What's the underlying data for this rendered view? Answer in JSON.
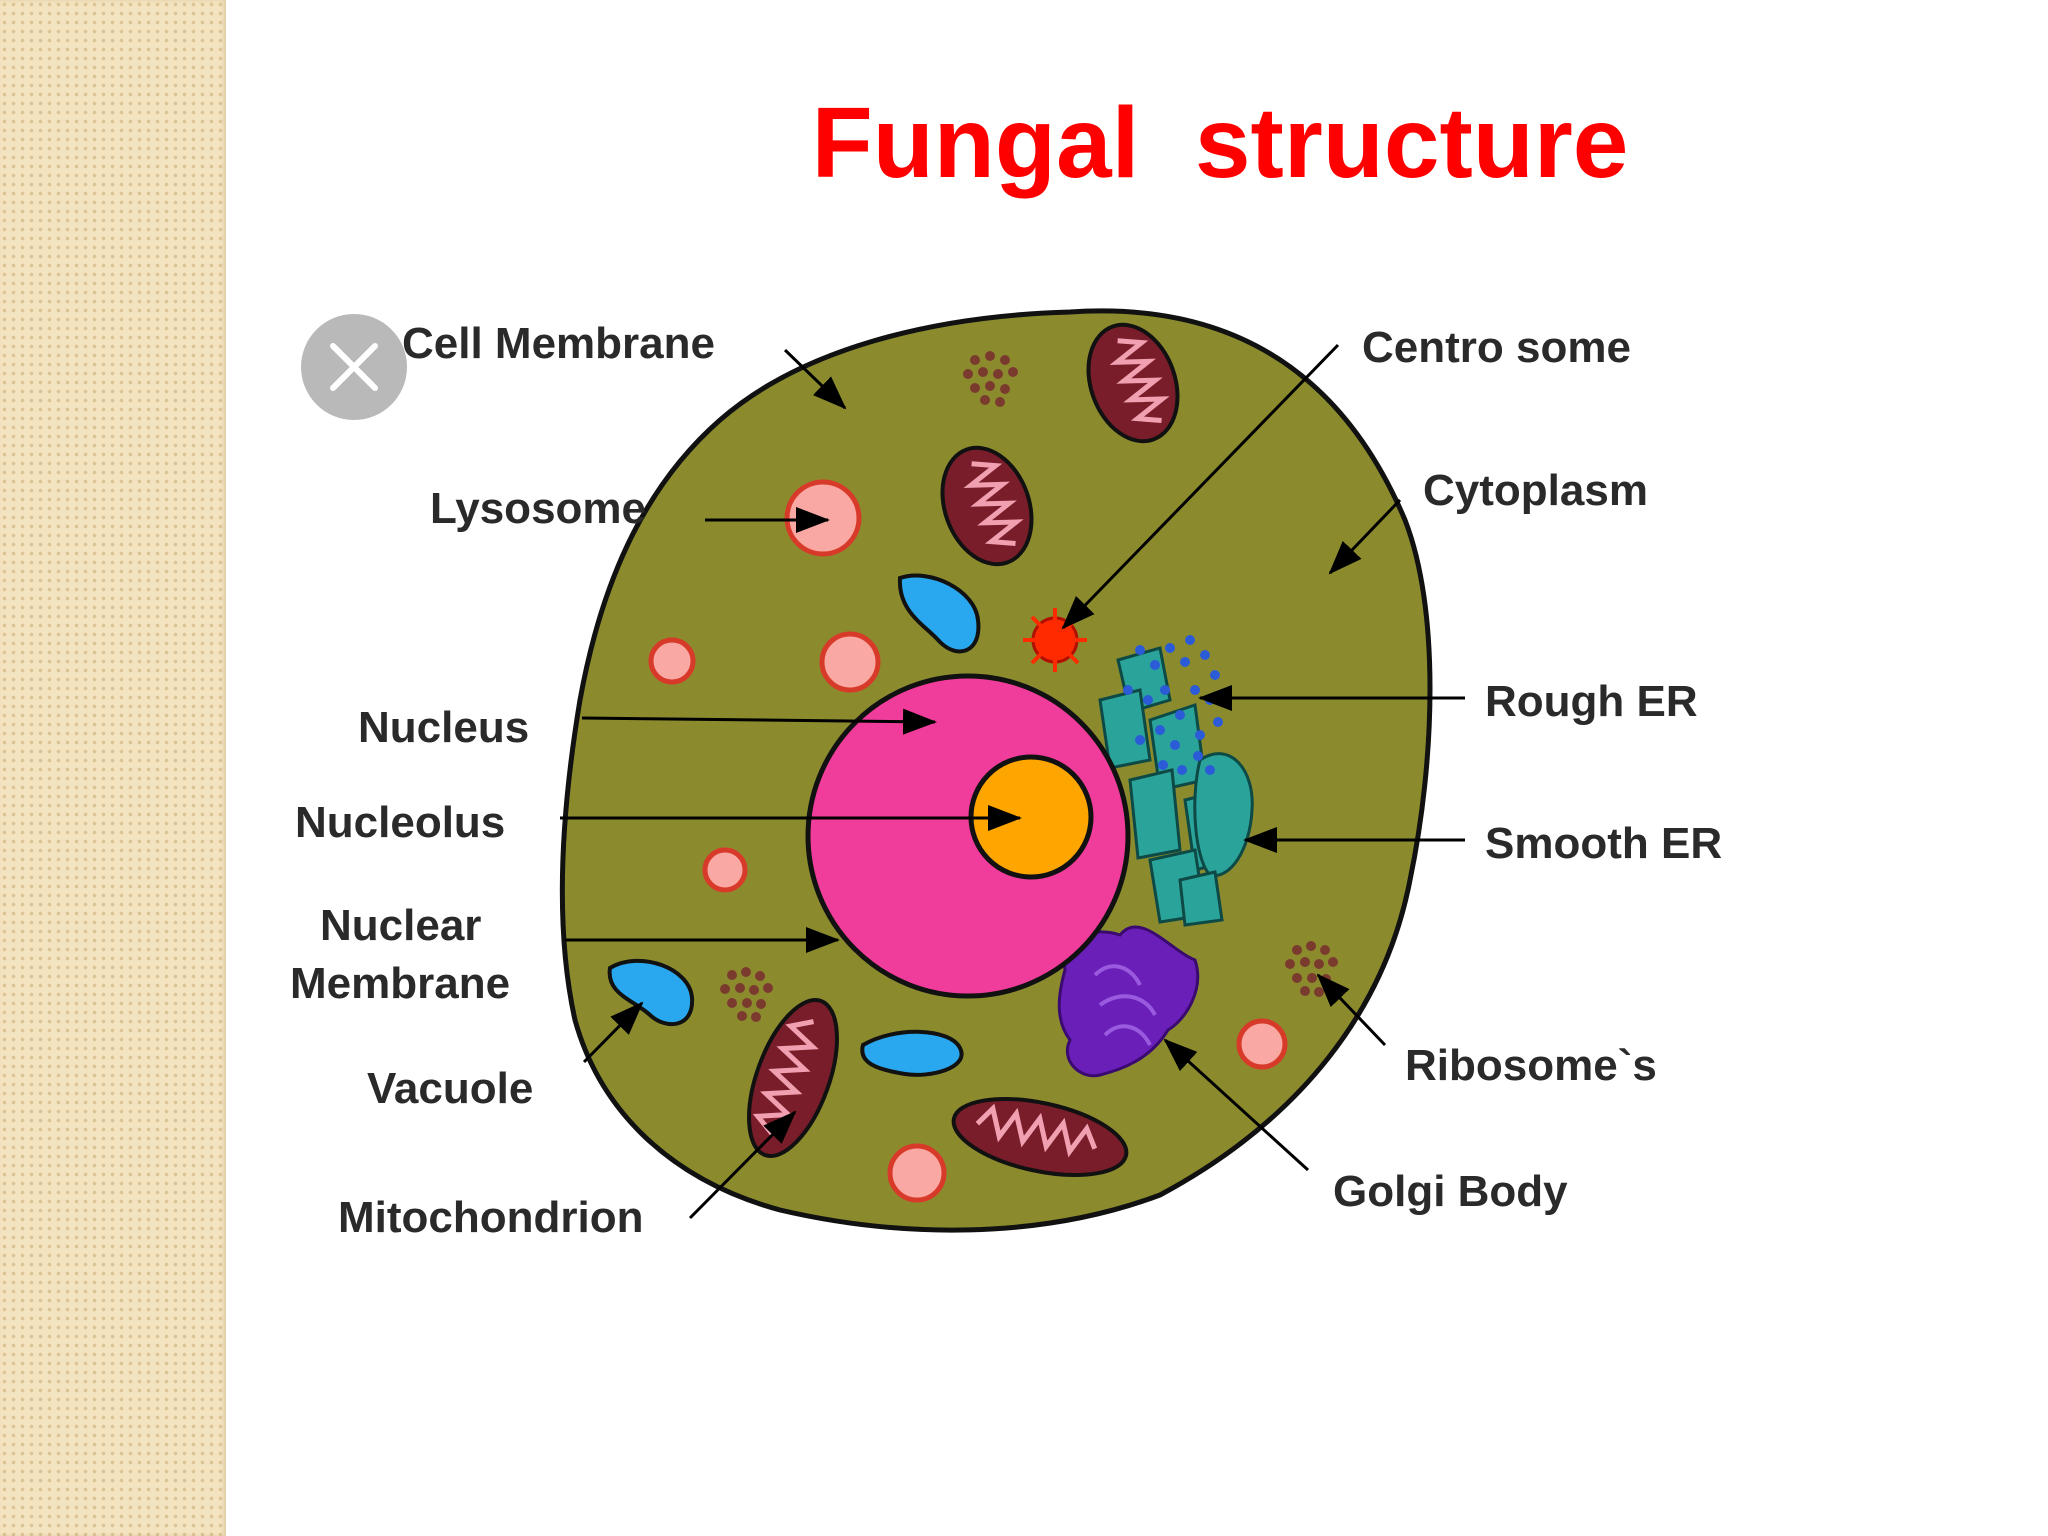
{
  "slide": {
    "title": "Fungal  structure"
  },
  "diagram": {
    "labels": {
      "cell_membrane": "Cell Membrane",
      "centrosome": "Centro some",
      "lysosome": "Lysosome",
      "cytoplasm": "Cytoplasm",
      "nucleus": "Nucleus",
      "rough_er": "Rough ER",
      "nucleolus": "Nucleolus",
      "smooth_er": "Smooth ER",
      "nuclear_membrane_line1": "Nuclear",
      "nuclear_membrane_line2": "Membrane",
      "vacuole": "Vacuole",
      "ribosomes": "Ribosome`s",
      "golgi_body": "Golgi Body",
      "mitochondrion": "Mitochondrion"
    },
    "colors": {
      "cytoplasm": "#8b8b2e",
      "nucleus": "#f03c9a",
      "nucleolus": "#ffa500",
      "lysosome": "#f9a8a3",
      "vacuole": "#29a8f0",
      "mitochondrion": "#7a1d2a",
      "golgi": "#6a1fb8",
      "er": "#2aa39a",
      "rough_er_dots": "#2b5bd6",
      "centrosome": "#ff2a00",
      "ribosome": "#7a3b2e"
    }
  },
  "ui": {
    "close_icon": "close-icon"
  }
}
